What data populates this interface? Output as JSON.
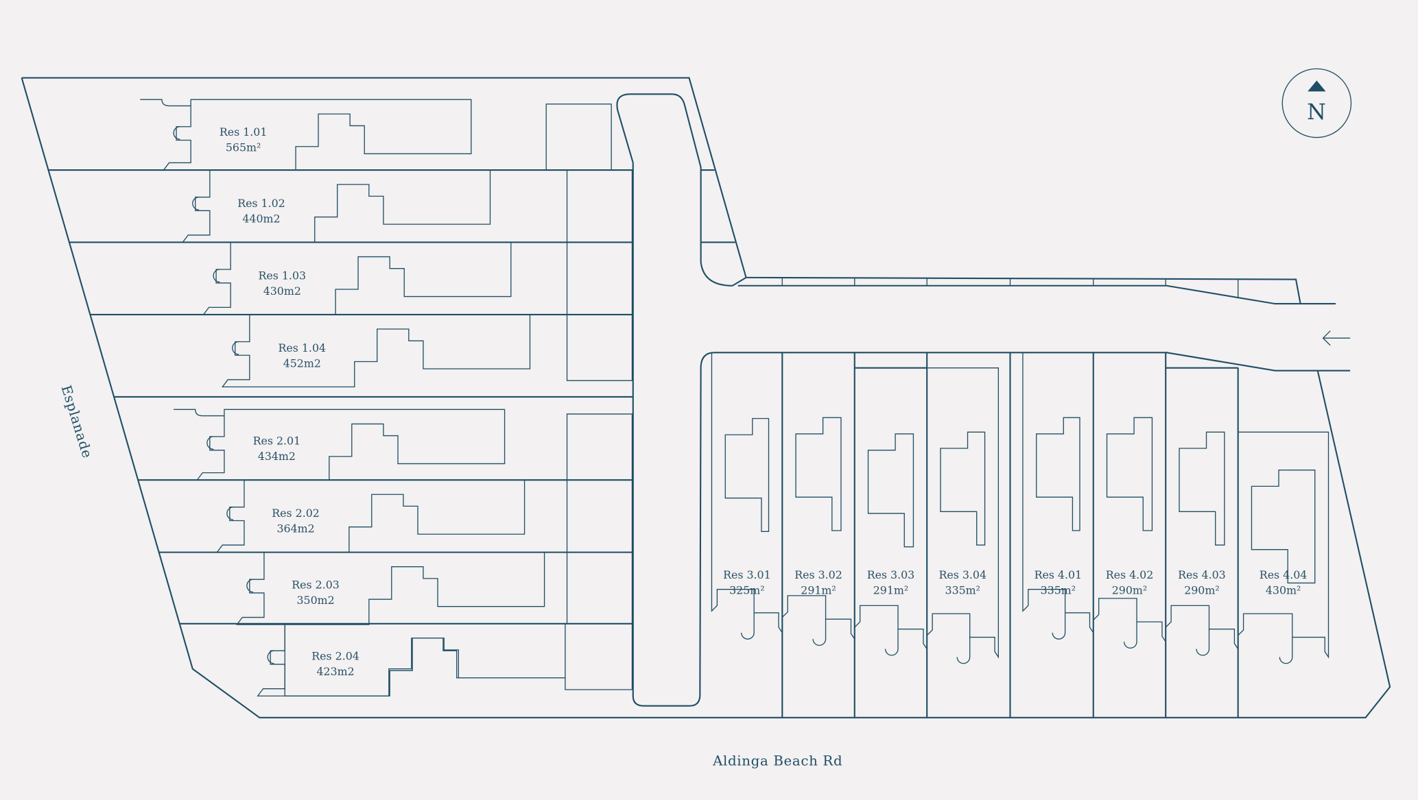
{
  "compass": {
    "letter": "N",
    "icon": "north-arrow-icon"
  },
  "streets": {
    "west": "Esplanade",
    "south": "Aldinga Beach Rd"
  },
  "entry_arrow": {
    "icon": "arrow-left-icon"
  },
  "colors": {
    "line": "#1f4e66",
    "background": "#f3f1f1",
    "stage1": "#f0dfca",
    "stage2": "#c9ccd3",
    "stage3": "#caa990",
    "stage4": "#e9d8cb"
  },
  "lots": [
    {
      "name": "Res 1.01",
      "area": "565m²",
      "stage": "stage1"
    },
    {
      "name": "Res 1.02",
      "area": "440m2",
      "stage": "stage1"
    },
    {
      "name": "Res 1.03",
      "area": "430m2",
      "stage": "stage1"
    },
    {
      "name": "Res 1.04",
      "area": "452m2",
      "stage": "stage1"
    },
    {
      "name": "Res 2.01",
      "area": "434m2",
      "stage": "stage2"
    },
    {
      "name": "Res 2.02",
      "area": "364m2",
      "stage": "stage2"
    },
    {
      "name": "Res 2.03",
      "area": "350m2",
      "stage": "stage2"
    },
    {
      "name": "Res 2.04",
      "area": "423m2",
      "stage": "stage2"
    },
    {
      "name": "Res 3.01",
      "area": "325m²",
      "stage": "stage3"
    },
    {
      "name": "Res 3.02",
      "area": "291m²",
      "stage": "stage3"
    },
    {
      "name": "Res 3.03",
      "area": "291m²",
      "stage": "stage3"
    },
    {
      "name": "Res 3.04",
      "area": "335m²",
      "stage": "stage3"
    },
    {
      "name": "Res 4.01",
      "area": "335m²",
      "stage": "stage4"
    },
    {
      "name": "Res 4.02",
      "area": "290m²",
      "stage": "stage4"
    },
    {
      "name": "Res 4.03",
      "area": "290m²",
      "stage": "stage4"
    },
    {
      "name": "Res 4.04",
      "area": "430m²",
      "stage": "stage4"
    }
  ]
}
